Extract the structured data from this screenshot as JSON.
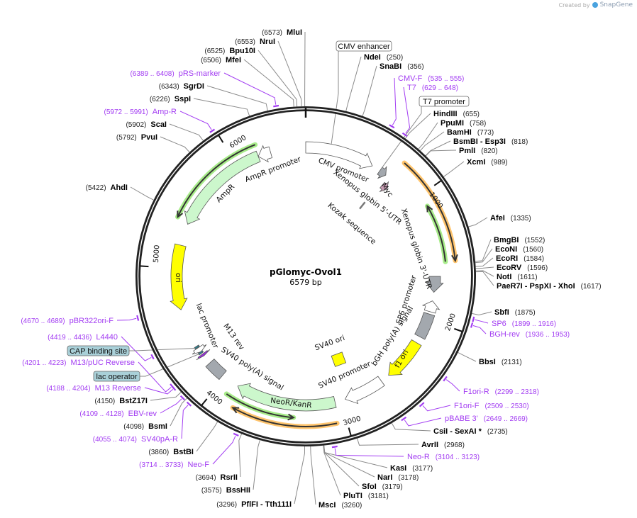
{
  "watermark": {
    "prefix": "Created by",
    "brand": "SnapGene"
  },
  "plasmid": {
    "name": "pGlomyc-Ovol1",
    "length_label": "6579 bp",
    "length_bp": 6579
  },
  "ticks": [
    {
      "label": "1000",
      "pos": 1000
    },
    {
      "label": "2000",
      "pos": 2000
    },
    {
      "label": "3000",
      "pos": 3000
    },
    {
      "label": "4000",
      "pos": 4000
    },
    {
      "label": "5000",
      "pos": 5000
    },
    {
      "label": "6000",
      "pos": 6000
    }
  ],
  "enzymes": [
    {
      "name": "MluI",
      "site": "(6573)",
      "pos": 6573
    },
    {
      "name": "NruI",
      "site": "(6553)",
      "pos": 6553
    },
    {
      "name": "Bpu10I",
      "site": "(6525)",
      "pos": 6525
    },
    {
      "name": "MfeI",
      "site": "(6506)",
      "pos": 6506
    },
    {
      "name": "SgrDI",
      "site": "(6343)",
      "pos": 6343
    },
    {
      "name": "SspI",
      "site": "(6226)",
      "pos": 6226
    },
    {
      "name": "ScaI",
      "site": "(5902)",
      "pos": 5902
    },
    {
      "name": "PvuI",
      "site": "(5792)",
      "pos": 5792
    },
    {
      "name": "AhdI",
      "site": "(5422)",
      "pos": 5422
    },
    {
      "name": "BstZ17I",
      "site": "(4150)",
      "pos": 4150
    },
    {
      "name": "BsmI",
      "site": "(4098)",
      "pos": 4098
    },
    {
      "name": "BstBI",
      "site": "(3860)",
      "pos": 3860
    },
    {
      "name": "RsrII",
      "site": "(3694)",
      "pos": 3694
    },
    {
      "name": "BssHII",
      "site": "(3575)",
      "pos": 3575
    },
    {
      "name": "PflFI  - Tth111I",
      "site": "(3296)",
      "pos": 3296
    },
    {
      "name": "MscI",
      "site": "(3260)",
      "pos": 3260
    },
    {
      "name": "PluTI",
      "site": "(3181)",
      "pos": 3181
    },
    {
      "name": "SfoI",
      "site": "(3179)",
      "pos": 3179
    },
    {
      "name": "NarI",
      "site": "(3178)",
      "pos": 3178
    },
    {
      "name": "KasI",
      "site": "(3177)",
      "pos": 3177
    },
    {
      "name": "AvrII",
      "site": "(2968)",
      "pos": 2968
    },
    {
      "name": "CsiI  - SexAI *",
      "site": "(2735)",
      "pos": 2735
    },
    {
      "name": "BbsI",
      "site": "(2131)",
      "pos": 2131
    },
    {
      "name": "SbfI",
      "site": "(1875)",
      "pos": 1875
    },
    {
      "name": "PaeR7I  - PspXI  - XhoI",
      "site": "(1617)",
      "pos": 1617
    },
    {
      "name": "NotI",
      "site": "(1611)",
      "pos": 1611
    },
    {
      "name": "EcoRV",
      "site": "(1596)",
      "pos": 1596
    },
    {
      "name": "EcoRI",
      "site": "(1584)",
      "pos": 1584
    },
    {
      "name": "EcoNI",
      "site": "(1560)",
      "pos": 1560
    },
    {
      "name": "BmgBI",
      "site": "(1552)",
      "pos": 1552
    },
    {
      "name": "AfeI",
      "site": "(1335)",
      "pos": 1335
    },
    {
      "name": "XcmI",
      "site": "(989)",
      "pos": 989
    },
    {
      "name": "PmlI",
      "site": "(820)",
      "pos": 820
    },
    {
      "name": "BsmBI  - Esp3I",
      "site": "(818)",
      "pos": 818
    },
    {
      "name": "BamHI",
      "site": "(773)",
      "pos": 773
    },
    {
      "name": "PpuMI",
      "site": "(758)",
      "pos": 758
    },
    {
      "name": "HindIII",
      "site": "(655)",
      "pos": 655
    },
    {
      "name": "SnaBI",
      "site": "(356)",
      "pos": 356
    },
    {
      "name": "NdeI",
      "site": "(250)",
      "pos": 250
    }
  ],
  "primers": [
    {
      "name": "pRS-marker",
      "range": "(6389 .. 6408)",
      "start": 6389,
      "end": 6408
    },
    {
      "name": "Amp-R",
      "range": "(5972 .. 5991)",
      "start": 5972,
      "end": 5991
    },
    {
      "name": "pBR322ori-F",
      "range": "(4670 .. 4689)",
      "start": 4670,
      "end": 4689
    },
    {
      "name": "L4440",
      "range": "(4419 .. 4436)",
      "start": 4419,
      "end": 4436
    },
    {
      "name": "M13/pUC Reverse",
      "range": "(4201 .. 4223)",
      "start": 4201,
      "end": 4223
    },
    {
      "name": "M13 Reverse",
      "range": "(4188 .. 4204)",
      "start": 4188,
      "end": 4204
    },
    {
      "name": "EBV-rev",
      "range": "(4109 .. 4128)",
      "start": 4109,
      "end": 4128
    },
    {
      "name": "SV40pA-R",
      "range": "(4055 .. 4074)",
      "start": 4055,
      "end": 4074
    },
    {
      "name": "Neo-F",
      "range": "(3714 .. 3733)",
      "start": 3714,
      "end": 3733
    },
    {
      "name": "Neo-R",
      "range": "(3104 .. 3123)",
      "start": 3104,
      "end": 3123
    },
    {
      "name": "pBABE 3'",
      "range": "(2649 .. 2669)",
      "start": 2649,
      "end": 2669
    },
    {
      "name": "F1ori-F",
      "range": "(2509 .. 2530)",
      "start": 2509,
      "end": 2530
    },
    {
      "name": "F1ori-R",
      "range": "(2299 .. 2318)",
      "start": 2299,
      "end": 2318
    },
    {
      "name": "BGH-rev",
      "range": "(1936 .. 1953)",
      "start": 1936,
      "end": 1953
    },
    {
      "name": "SP6",
      "range": "(1899 .. 1916)",
      "start": 1899,
      "end": 1916
    },
    {
      "name": "CMV-F",
      "range": "(535 .. 555)",
      "start": 535,
      "end": 555
    },
    {
      "name": "T7",
      "range": "(629 .. 648)",
      "start": 629,
      "end": 648
    }
  ],
  "boxed_labels": [
    {
      "name": "CMV enhancer",
      "pos": 200,
      "fill": "#ffffff"
    },
    {
      "name": "T7 promoter",
      "pos": 640,
      "fill": "#ffffff"
    },
    {
      "name": "CAP binding site",
      "pos": 4330,
      "fill": "#a9d0d8"
    },
    {
      "name": "lac operator",
      "pos": 4275,
      "fill": "#a9d0d8"
    }
  ],
  "features": [
    {
      "name": "CMV promoter",
      "start": 0,
      "end": 567,
      "dir": 1,
      "color": "#ffffff"
    },
    {
      "name": "Xenopus globin 5'-UTR",
      "start": 640,
      "end": 700,
      "dir": 1,
      "color": "#a3a8ae"
    },
    {
      "name": "Myc",
      "start": 730,
      "end": 785,
      "dir": 1,
      "color": "#c99fb5"
    },
    {
      "name": "Kozak sequence",
      "start": 705,
      "end": 712,
      "dir": 0,
      "color": "#888888"
    },
    {
      "name": "Xenopus globin 3'-UTR",
      "start": 1645,
      "end": 1775,
      "dir": 1,
      "color": "#a3a8ae"
    },
    {
      "name": "SP6 promoter",
      "start": 1845,
      "end": 1935,
      "dir": -1,
      "color": "#ffffff"
    },
    {
      "name": "bGH poly(A) signal",
      "start": 1955,
      "end": 2155,
      "dir": 0,
      "color": "#a3a8ae"
    },
    {
      "name": "f1 ori",
      "start": 2210,
      "end": 2560,
      "dir": 1,
      "color": "#ffff00"
    },
    {
      "name": "SV40 promoter",
      "start": 2635,
      "end": 2965,
      "dir": 1,
      "color": "#ffffff"
    },
    {
      "name": "NeoR/KanR",
      "start": 3050,
      "end": 3870,
      "dir": 1,
      "color": "#ccf7cc"
    },
    {
      "name": "SV40 poly(A) signal",
      "start": 4020,
      "end": 4165,
      "dir": 0,
      "color": "#a3a8ae"
    },
    {
      "name": "M13 rev",
      "start": 4240,
      "end": 4258,
      "dir": -1,
      "color": "#9b30e0"
    },
    {
      "name": "lac promoter",
      "start": 4280,
      "end": 4320,
      "dir": -1,
      "color": "#ffffff"
    },
    {
      "name": "ori",
      "start": 4660,
      "end": 5190,
      "dir": -1,
      "color": "#ffff00"
    },
    {
      "name": "AmpR",
      "start": 5370,
      "end": 6185,
      "dir": -1,
      "color": "#ccf7cc"
    },
    {
      "name": "AmpR promoter",
      "start": 6185,
      "end": 6290,
      "dir": -1,
      "color": "#ffffff"
    },
    {
      "name": "SV40 ori",
      "start": 2880,
      "end": 2910,
      "dir": 0,
      "color": "#ffff00"
    }
  ],
  "orf_arcs": [
    {
      "start": 749,
      "end": 1535,
      "dir": 1,
      "color": "#ffc56e"
    },
    {
      "start": 1096,
      "end": 1535,
      "dir": -1,
      "color": "#a8ec8a"
    },
    {
      "start": 3070,
      "end": 3820,
      "dir": 1,
      "color": "#ffc56e"
    },
    {
      "start": 3380,
      "end": 3910,
      "dir": -1,
      "color": "#a8ec8a"
    },
    {
      "start": 5390,
      "end": 6195,
      "dir": -1,
      "color": "#a8ec8a"
    }
  ]
}
